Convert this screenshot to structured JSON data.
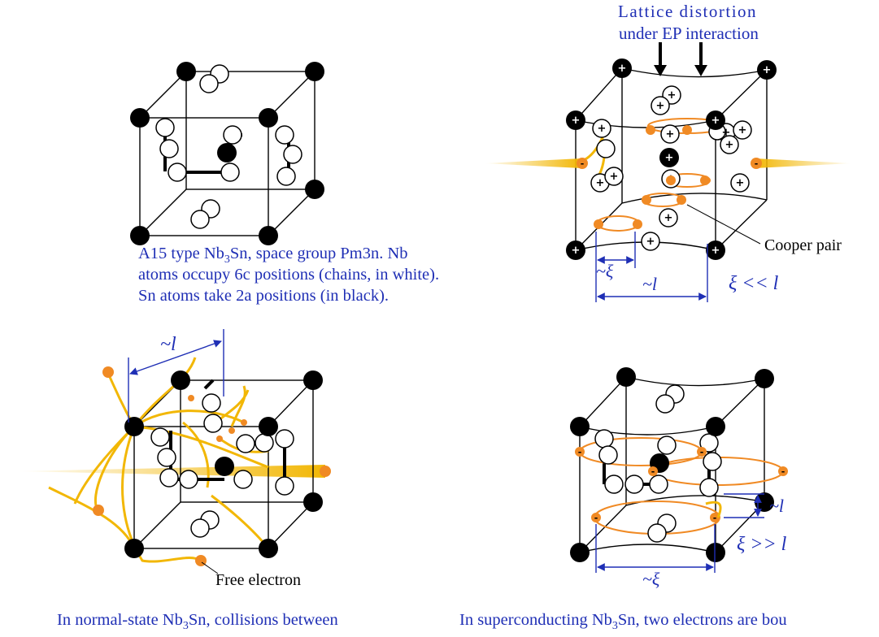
{
  "panel_a": {
    "caption_line1_prefix": "A15 type Nb",
    "caption_line1_sub1": "3",
    "caption_line1_suffix": "Sn, space group Pm3n. Nb",
    "caption_line2": "atoms occupy 6c positions (chains, in white).",
    "caption_line3": "Sn atoms take 2a positions (in black)."
  },
  "panel_b": {
    "title_line1": "Lattice distortion",
    "title_line2": "under EP interaction",
    "cooper_pair_label": "Cooper pair",
    "xi_label": "~ξ",
    "l_label": "~l",
    "relation_label": "ξ << l",
    "charge_plus": "+",
    "charge_minus": "-"
  },
  "panel_c": {
    "l_label": "~l",
    "free_electron_label": "Free electron",
    "caption_prefix": "In normal-state Nb",
    "caption_sub": "3",
    "caption_suffix": "Sn, collisions between"
  },
  "panel_d": {
    "l_label": "~l",
    "xi_label": "~ξ",
    "relation_label": "ξ >> l",
    "caption_prefix": "In superconducting Nb",
    "caption_sub": "3",
    "caption_suffix": "Sn, two electrons are bou"
  },
  "colors": {
    "caption_blue": "#1f2fb5",
    "electron_orange": "#f08a24",
    "trail_gold": "#f2b705",
    "lattice_black": "#000000"
  }
}
